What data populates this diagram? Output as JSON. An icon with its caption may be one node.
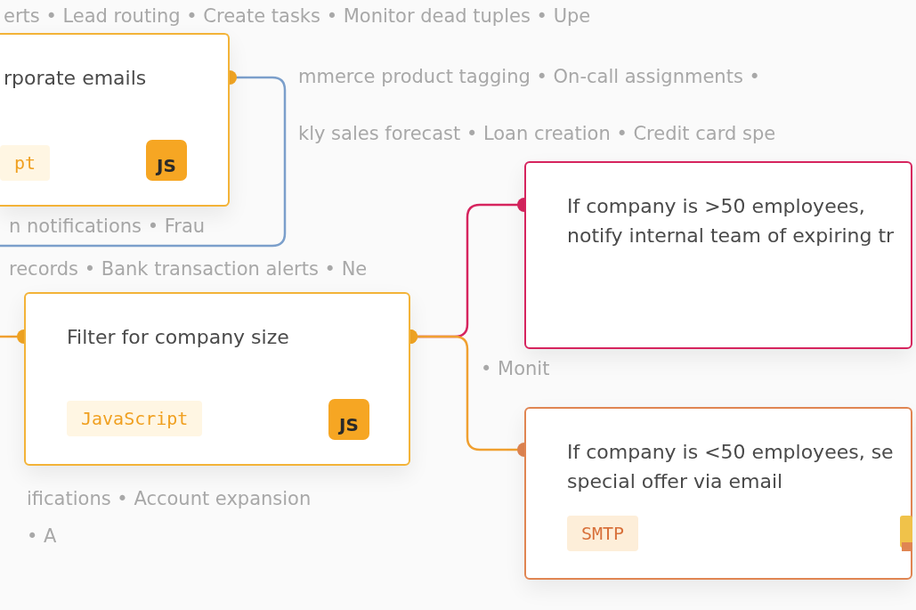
{
  "diagram": {
    "nodes": [
      {
        "text": [
          "rporate emails",
          "pt",
          "JS"
        ]
      },
      {
        "text": [
          "Filter for company size",
          "JavaScript",
          "JS"
        ]
      },
      {
        "text": [
          "If company is >50 employees, notify internal team of expiring tr"
        ]
      },
      {
        "text": [
          "If company is <50 employees, se special offer via email",
          "SMTP"
        ]
      }
    ],
    "edges": [
      {
        "from": 0,
        "to": null,
        "arrow": "other",
        "color": "#7b9fcb"
      },
      {
        "from": null,
        "to": 1,
        "arrow": "other"
      },
      {
        "from": 1,
        "to": 2,
        "arrow": "other",
        "color": "#d6245e"
      },
      {
        "from": 1,
        "to": 3,
        "arrow": "other"
      }
    ],
    "labels": [
      "erts • Lead routing • Create tasks • Monitor dead tuples • Upe",
      "mmerce product tagging • On-call assignments •",
      "kly sales forecast • Loan creation • Credit card spe",
      "n notifications • Frau",
      "records • Bank transaction alerts • Ne",
      "• Monit",
      "ifications • Account expansion",
      "• A"
    ]
  }
}
